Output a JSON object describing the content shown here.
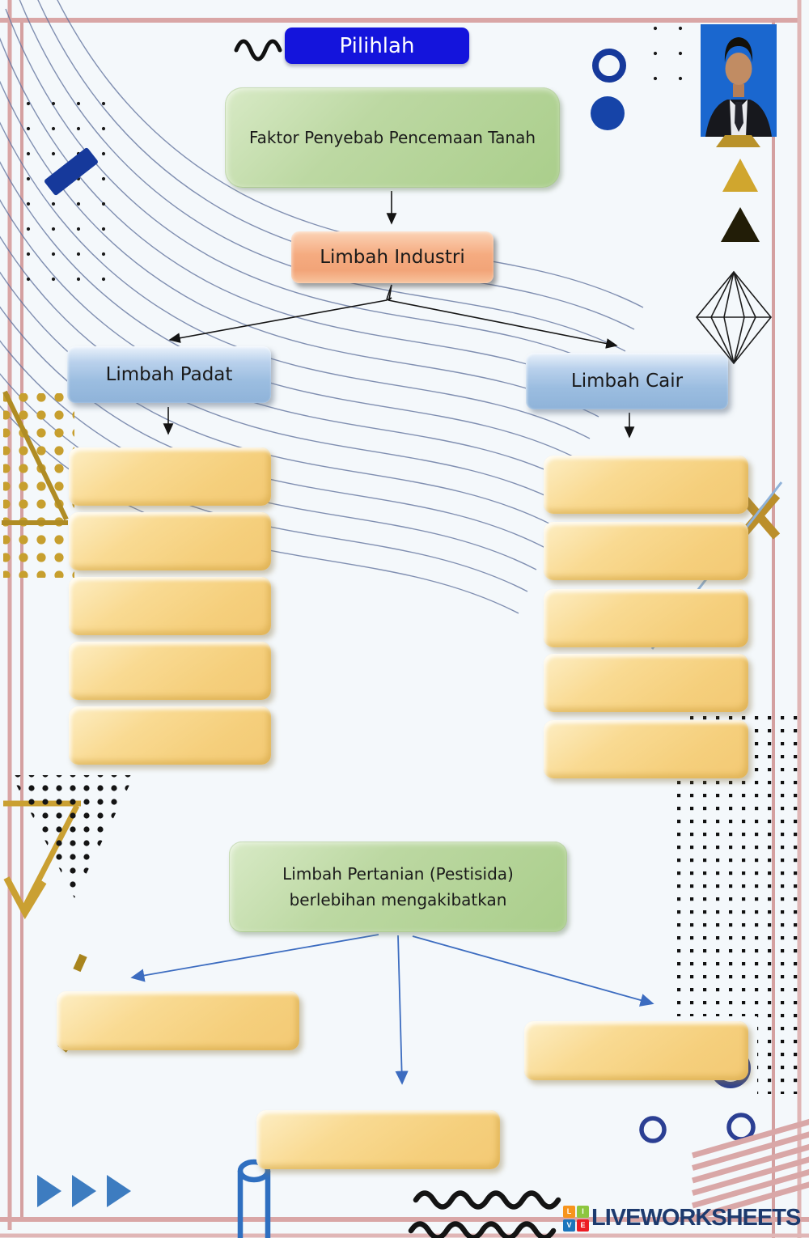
{
  "header": {
    "title": "Pilihlah"
  },
  "flowchart": {
    "root_label": "Faktor Penyebab Pencemaan Tanah",
    "industry_label": "Limbah Industri",
    "solid_label": "Limbah Padat",
    "liquid_label": "Limbah Cair",
    "solid_answer_slots": 5,
    "liquid_answer_slots": 5
  },
  "pesticide_section": {
    "heading_line1": "Limbah Pertanian (Pestisida)",
    "heading_line2": "berlebihan mengakibatkan",
    "answer_slots": 3
  },
  "footer": {
    "logo_text": "LIVEWORKSHEETS",
    "logo_squares": [
      "L",
      "I",
      "V",
      "E"
    ]
  },
  "colors": {
    "title_bg": "#1414dc",
    "root_box_green": "#b7d59c",
    "industry_box_orange": "#f2a478",
    "branch_box_blue": "#9bbde0",
    "answer_box_yellow": "#f5cf7c",
    "frame_pink": "#d9a6a6",
    "arrow_black": "#141414",
    "arrow_blue": "#3c6cc0",
    "logo_navy": "#1d3a6e"
  }
}
